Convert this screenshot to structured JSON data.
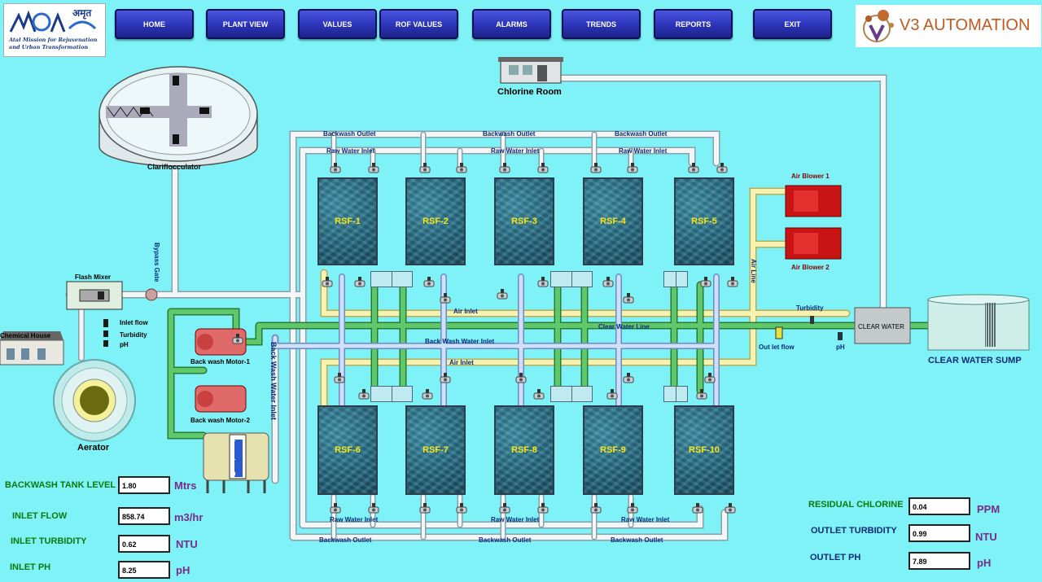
{
  "nav": [
    "HOME",
    "PLANT VIEW",
    "VALUES",
    "ROF VALUES",
    "ALARMS",
    "TRENDS",
    "REPORTS",
    "EXIT"
  ],
  "logo_left": {
    "script_text": "अमृत",
    "line1": "Atal Mission for Rejuvenation",
    "line2": "and Urban Transformation"
  },
  "logo_right": {
    "text": "V3 AUTOMATION"
  },
  "devices": {
    "chlorine_room": "Chlorine Room",
    "clarifloculator": "Clariflocculator",
    "flash_mixer": "Flash Mixer",
    "chemical_house": "Chemical House",
    "aerator": "Aerator",
    "bypass_gate": "Bypass Gate",
    "bw_motor_1": "Back wash Motor-1",
    "bw_motor_2": "Back wash Motor-2",
    "air_blower_1": "Air Blower 1",
    "air_blower_2": "Air Blower 2",
    "clear_water": "CLEAR WATER",
    "clear_water_sump": "CLEAR WATER SUMP"
  },
  "sensors": {
    "inlet_flow": "Inlet flow",
    "turbidity": "Turbidity",
    "ph": "pH",
    "outlet_flow": "Out let flow",
    "turbidity_out": "Turbidity",
    "ph_out": "pH"
  },
  "lines": {
    "backwash_outlet": "Backwash Outlet",
    "raw_water_inlet": "Raw Water Inlet",
    "air_inlet": "Air Inlet",
    "clear_water_line": "Clear Water Line",
    "back_wash_water_inlet": "Back Wash Water Inlet",
    "back_wash_water_inlet_v": "Back Wash Water Inlet",
    "air_line": "Air Line"
  },
  "tank_levels": {
    "t1": "2",
    "t2": "1",
    "t3": "0"
  },
  "filters_top": [
    "RSF-1",
    "RSF-2",
    "RSF-3",
    "RSF-4",
    "RSF-5"
  ],
  "filters_bottom": [
    "RSF-6",
    "RSF-7",
    "RSF-8",
    "RSF-9",
    "RSF-10"
  ],
  "measurements_left": [
    {
      "label": "BACKWASH TANK LEVEL",
      "value": "1.80",
      "unit": "Mtrs"
    },
    {
      "label": "INLET FLOW",
      "value": "858.74",
      "unit": "m3/hr"
    },
    {
      "label": "INLET TURBIDITY",
      "value": "0.62",
      "unit": "NTU"
    },
    {
      "label": "INLET PH",
      "value": "8.25",
      "unit": "pH"
    }
  ],
  "measurements_right": [
    {
      "label": "RESIDUAL CHLORINE",
      "value": "0.04",
      "unit": "PPM"
    },
    {
      "label": "OUTLET TURBIDITY",
      "value": "0.99",
      "unit": "NTU"
    },
    {
      "label": "OUTLET PH",
      "value": "7.89",
      "unit": "pH"
    }
  ],
  "colors": {
    "background": "#7ef2f7",
    "nav_button": "#2b33b8",
    "pipe_white": "#f2f6f7",
    "pipe_yellow": "#f7f2b0",
    "pipe_green": "#5ec86a",
    "filter_label": "#f6e51a",
    "measure_label": "#0b7a0b",
    "unit": "#7a2a8a"
  }
}
